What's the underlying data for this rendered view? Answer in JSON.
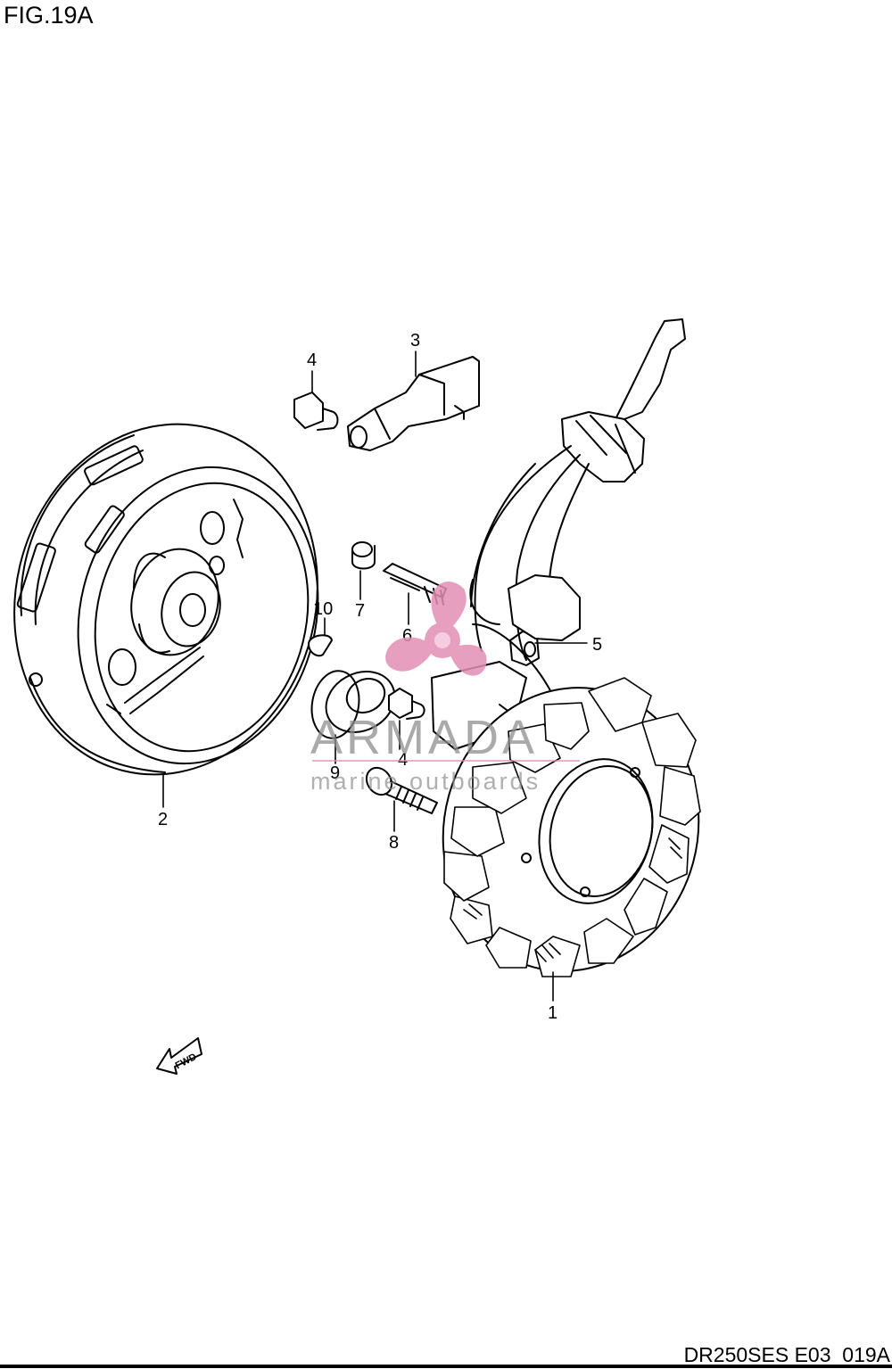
{
  "figure": {
    "title": "FIG.19A"
  },
  "footer": {
    "code": "DR250SES E03_019A"
  },
  "callouts": [
    {
      "id": "1",
      "label": "1"
    },
    {
      "id": "2",
      "label": "2"
    },
    {
      "id": "3",
      "label": "3"
    },
    {
      "id": "4a",
      "label": "4"
    },
    {
      "id": "4b",
      "label": "4"
    },
    {
      "id": "5",
      "label": "5"
    },
    {
      "id": "6",
      "label": "6"
    },
    {
      "id": "7",
      "label": "7"
    },
    {
      "id": "8",
      "label": "8"
    },
    {
      "id": "9",
      "label": "9"
    },
    {
      "id": "10",
      "label": "10"
    }
  ],
  "direction_marker": {
    "label": "FWD"
  },
  "watermark": {
    "brand": "ARMADA",
    "tagline": "marine outboards",
    "accent_color": "#e38fb4"
  }
}
